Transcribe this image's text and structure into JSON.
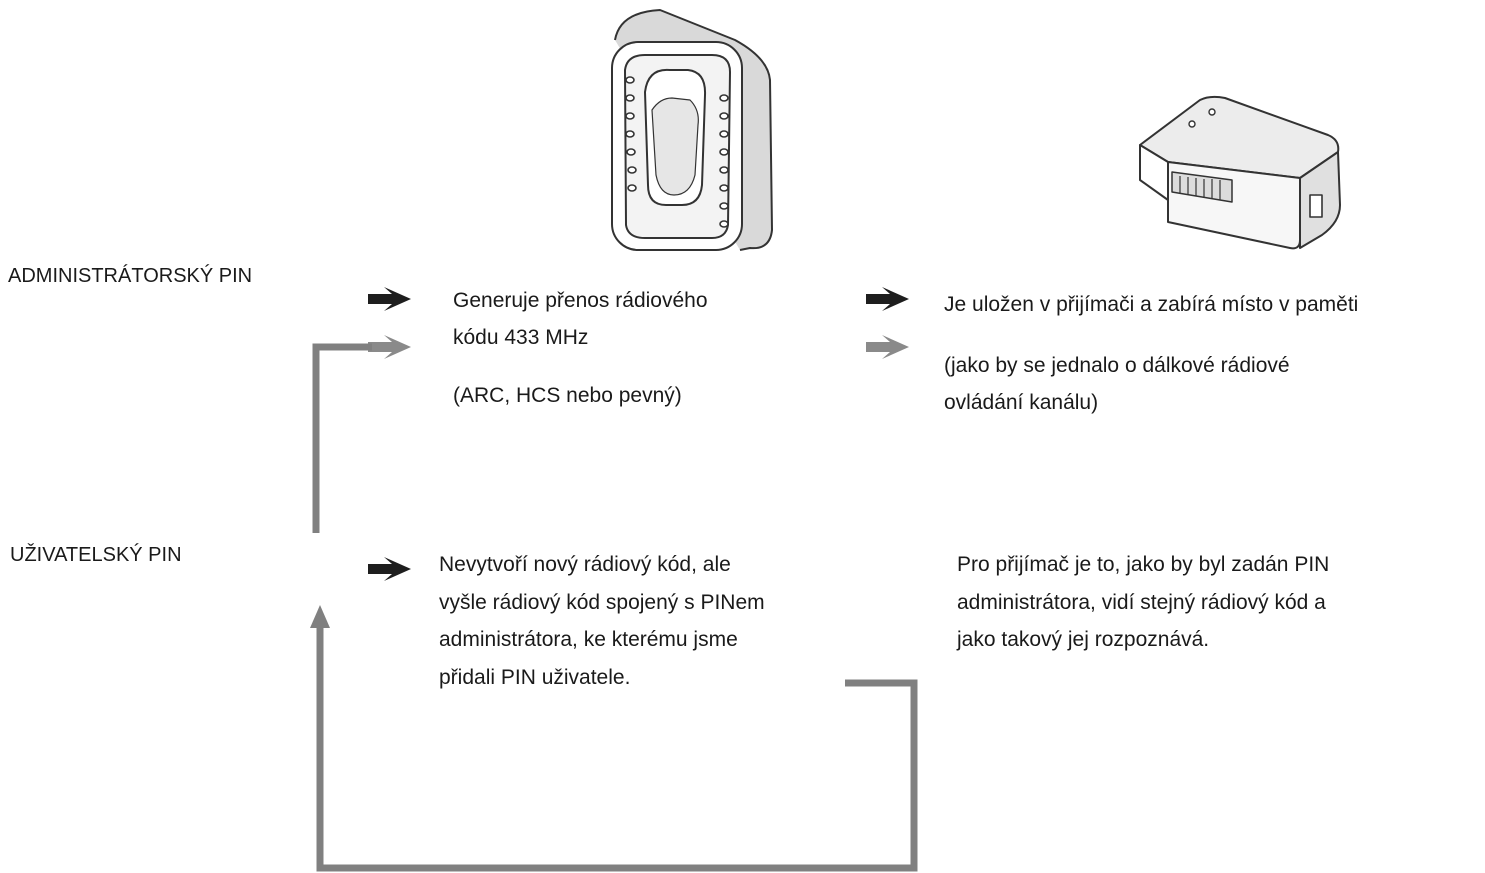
{
  "labels": {
    "admin_pin": "ADMINISTRÁTORSKÝ PIN",
    "user_pin": "UŽIVATELSKÝ PIN"
  },
  "keypad_text": {
    "line1": "Generuje přenos rádiového",
    "line2": "kódu 433 MHz",
    "line3": "(ARC, HCS nebo pevný)"
  },
  "receiver_text": {
    "line1": "Je uložen v přijímači a zabírá místo v paměti",
    "line2": "(jako by se jednalo o dálkové rádiové",
    "line3": "ovládání kanálu)"
  },
  "user_keypad_text": {
    "line1": "Nevytvoří nový rádiový kód, ale",
    "line2": "vyšle rádiový kód spojený s PINem",
    "line3": "administrátora, ke kterému jsme",
    "line4": "přidali PIN uživatele."
  },
  "user_receiver_text": {
    "line1": "Pro přijímač je to, jako by byl zadán PIN",
    "line2": "administrátora, vidí stejný rádiový kód a",
    "line3": "jako takový jej rozpoznává."
  },
  "colors": {
    "arrow_dark": "#1e1e1e",
    "arrow_gray": "#8a8a8a",
    "line_gray": "#808080"
  }
}
